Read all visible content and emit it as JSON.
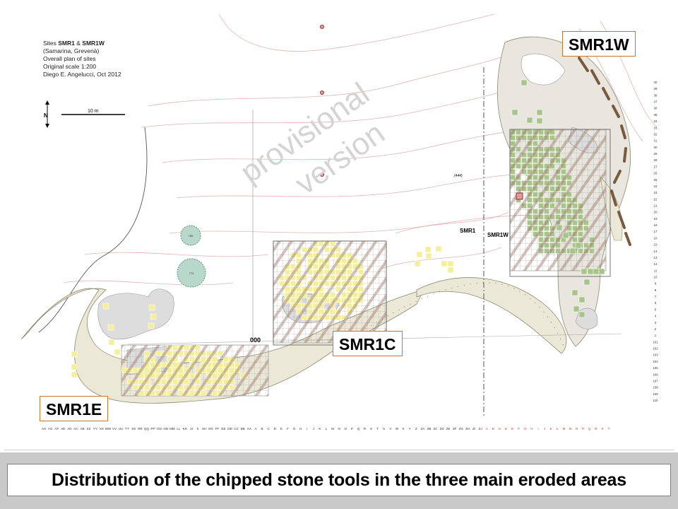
{
  "credits": {
    "line1_prefix": "Sites ",
    "line1_site_a": "SMR1",
    "line1_join": " & ",
    "line1_site_b": "SMR1W",
    "line2": "(Samarina, Grevenà)",
    "line3": "Overall plan of sites",
    "line4": "Original scale 1:200",
    "line5": "Diego E. Angelucci, Oct 2012"
  },
  "north_arrow": {
    "label": "N",
    "icon": "north-arrow-icon"
  },
  "scale_bar": {
    "label": "10 m"
  },
  "watermark": {
    "line1": "provisional",
    "line2": "version"
  },
  "site_labels": {
    "smr1w": "SMR1W",
    "smr1c": "SMR1C",
    "smr1e": "SMR1E"
  },
  "plan_labels": {
    "smr1": "SMR1",
    "smr1w": "SMR1W",
    "datum": "000",
    "spot_height": "(444)",
    "hollow_a": "785",
    "hollow_b": "774"
  },
  "grid_axis_bottom": {
    "black": [
      "AH",
      "AG",
      "AF",
      "AE",
      "AD",
      "AC",
      "AB",
      "ZZ",
      "YY",
      "XX",
      "WW",
      "VV",
      "UU",
      "TT",
      "SS",
      "RR",
      "QQ",
      "PP",
      "OO",
      "NN",
      "MM",
      "LL",
      "KK",
      "JJ",
      "II",
      "HH",
      "GG",
      "FF",
      "EE",
      "DD",
      "CC",
      "BB",
      "AA",
      "A",
      "B",
      "C",
      "D",
      "E",
      "F",
      "G",
      "H",
      "I",
      "J",
      "K",
      "L",
      "M",
      "N",
      "O",
      "P",
      "Q",
      "R",
      "S",
      "T",
      "U",
      "V",
      "W",
      "X",
      "Y",
      "Z",
      "ZA",
      "ZB",
      "ZC",
      "ZD",
      "ZE",
      "ZF",
      "ZG",
      "ZH",
      "ZI",
      "ZJ"
    ],
    "red": [
      "A",
      "B",
      "C",
      "D",
      "E",
      "F",
      "G",
      "H",
      "I",
      "J",
      "K",
      "L",
      "M",
      "N",
      "O",
      "P",
      "Q",
      "R",
      "S",
      "T"
    ]
  },
  "grid_axis_right": [
    "40",
    "39",
    "38",
    "37",
    "36",
    "35",
    "34",
    "33",
    "32",
    "31",
    "30",
    "29",
    "28",
    "27",
    "26",
    "25",
    "24",
    "23",
    "22",
    "21",
    "20",
    "19",
    "18",
    "17",
    "16",
    "15",
    "14",
    "13",
    "12",
    "11",
    "10",
    "9",
    "8",
    "7",
    "6",
    "5",
    "4",
    "3",
    "2",
    "1",
    "101",
    "102",
    "103",
    "104",
    "105",
    "106",
    "107",
    "108",
    "109",
    "110"
  ],
  "colors": {
    "yellow_find": "#f3ef9a",
    "green_find": "#a9c48a",
    "eroded_area": "#ece8d8",
    "outcrop": "#dddddd",
    "hollow": "#b9d8cc",
    "hatch": "#9c7f6e",
    "site_label_border": "#c8752f",
    "caption_band": "#c9c9c9"
  },
  "caption": "Distribution of the chipped stone tools in the three main eroded areas"
}
